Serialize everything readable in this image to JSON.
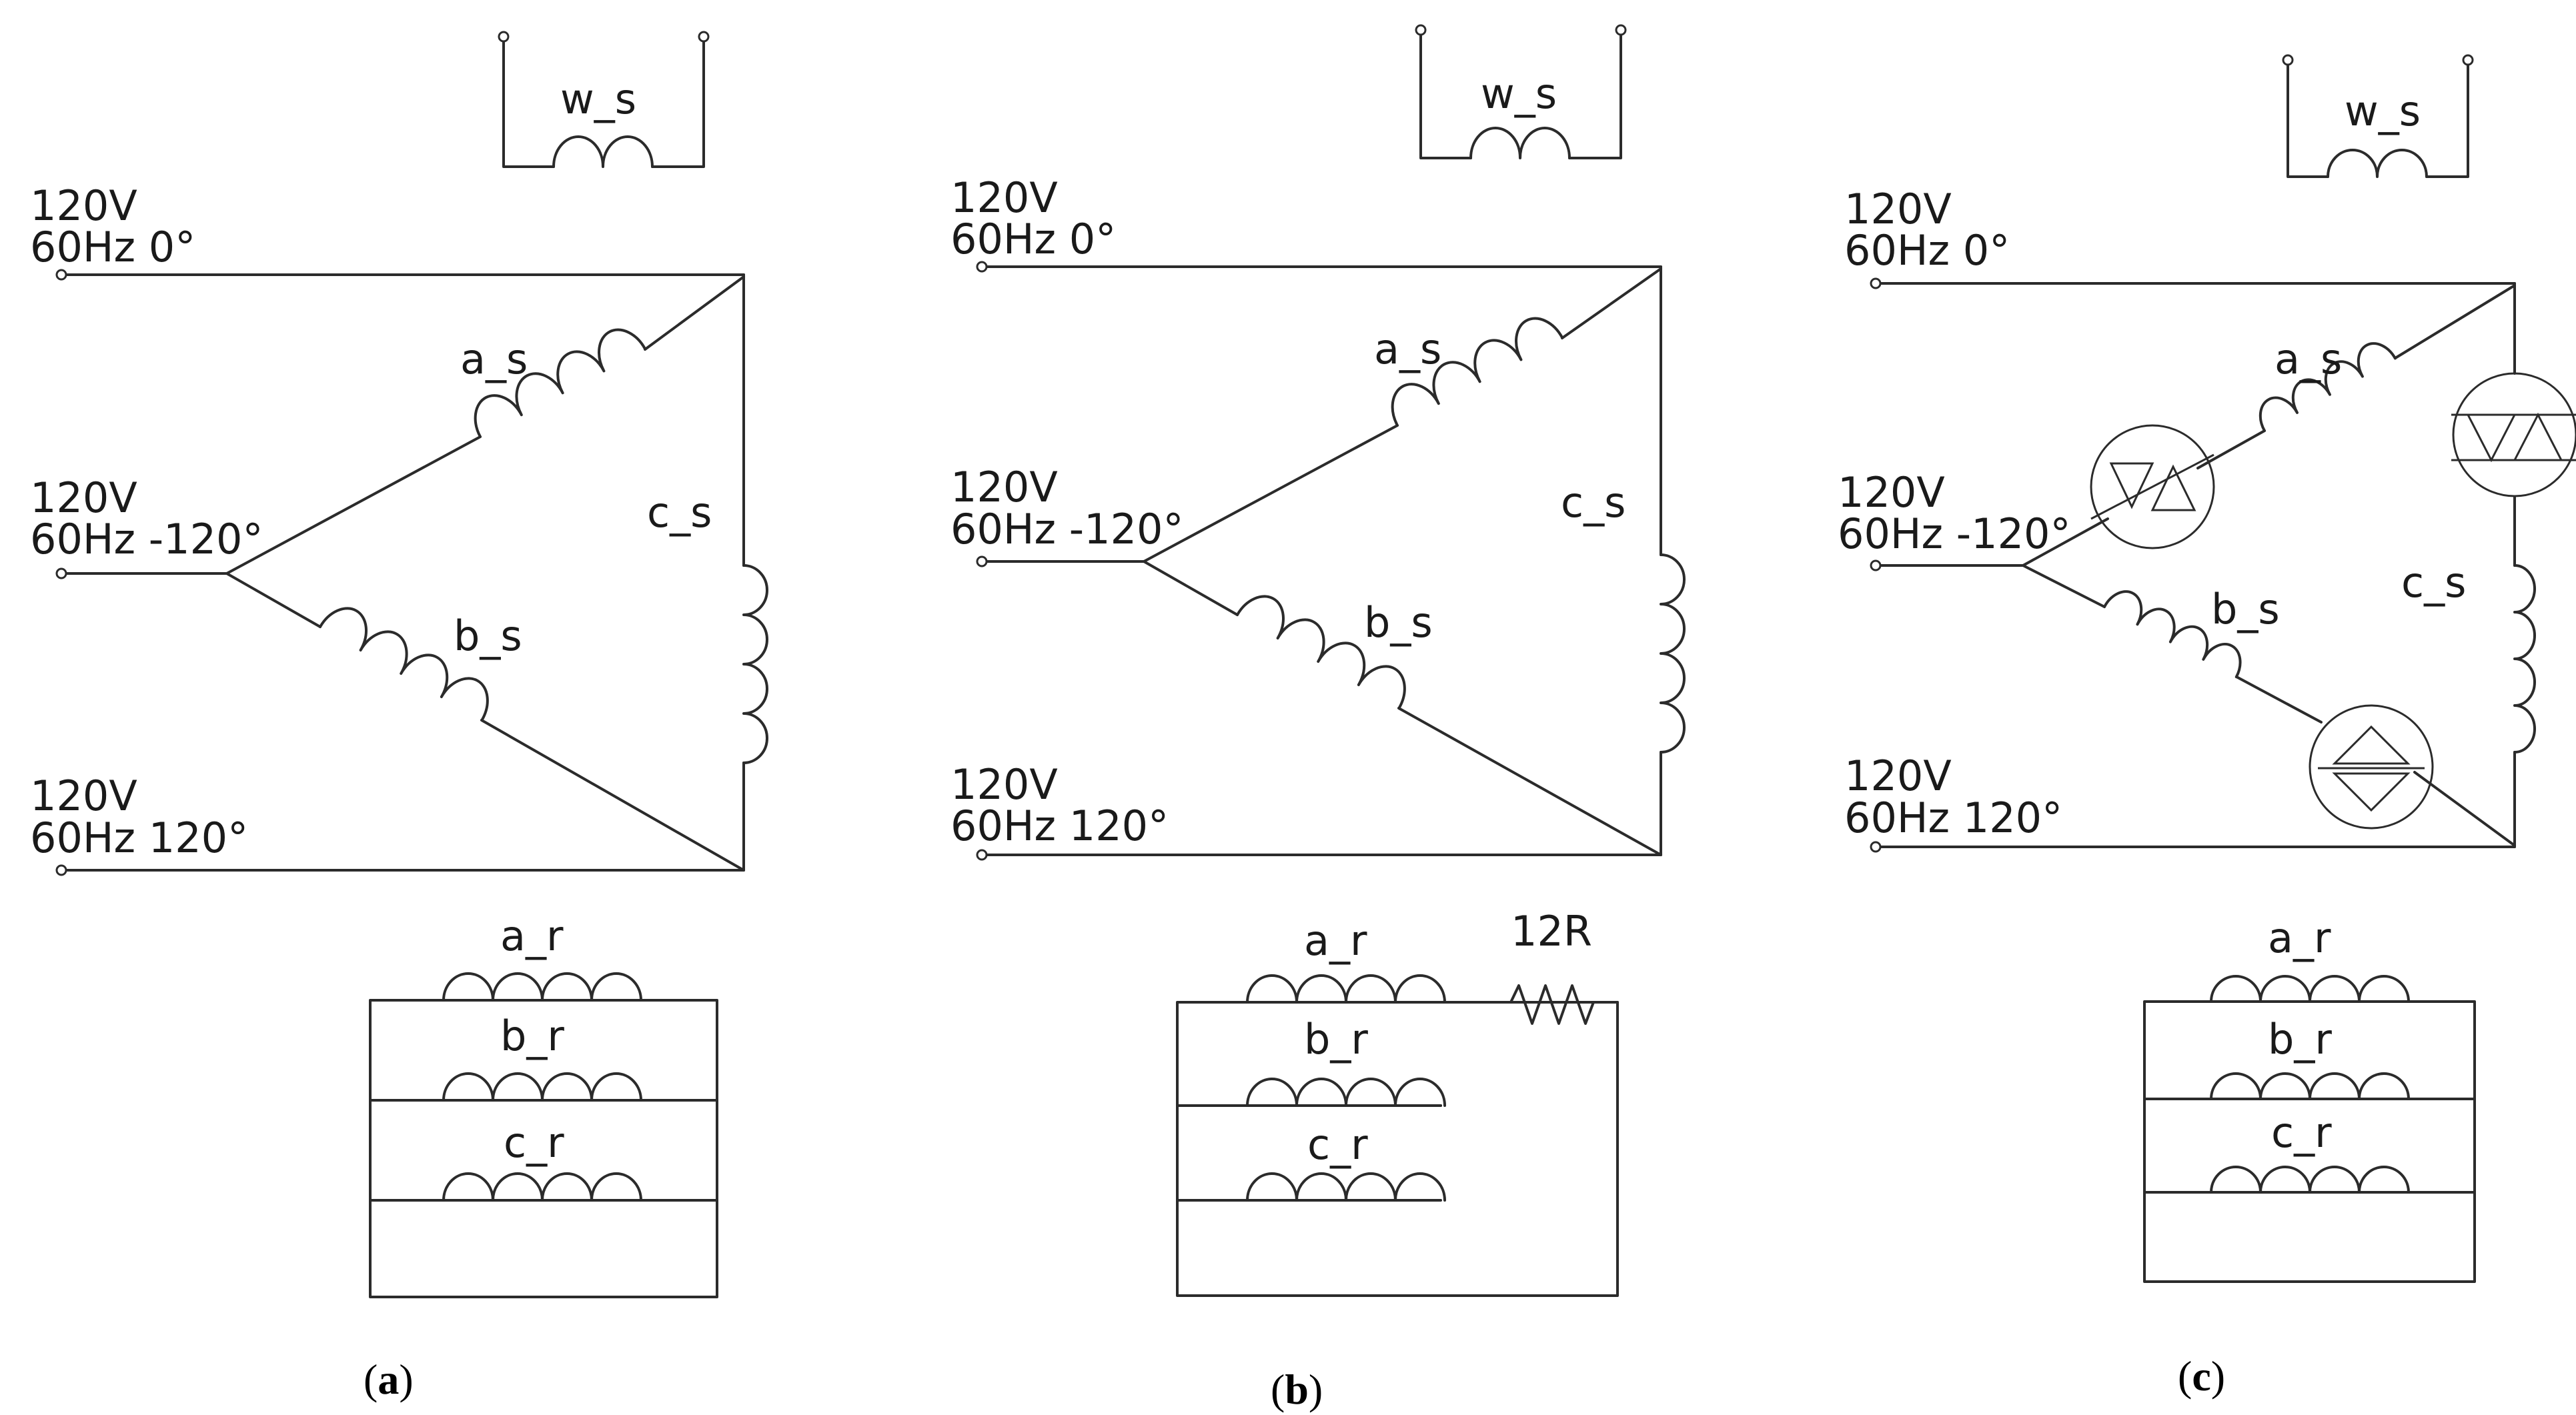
{
  "panels": [
    {
      "id": "a",
      "caption": "a",
      "source_labels": [
        "120V",
        "60Hz 0°",
        "120V",
        "60Hz -120°",
        "120V",
        "60Hz 120°"
      ],
      "coils": {
        "ws": "w_s",
        "as": "a_s",
        "bs": "b_s",
        "cs": "c_s",
        "ar": "a_r",
        "br": "b_r",
        "cr": "c_r"
      }
    },
    {
      "id": "b",
      "caption": "b",
      "source_labels": [
        "120V",
        "60Hz 0°",
        "120V",
        "60Hz -120°",
        "120V",
        "60Hz 120°"
      ],
      "coils": {
        "ws": "w_s",
        "as": "a_s",
        "bs": "b_s",
        "cs": "c_s",
        "ar": "a_r",
        "br": "b_r",
        "cr": "c_r"
      },
      "resistor": "12R"
    },
    {
      "id": "c",
      "caption": "c",
      "source_labels": [
        "120V",
        "60Hz 0°",
        "120V",
        "60Hz -120°",
        "120V",
        "60Hz 120°"
      ],
      "coils": {
        "ws": "w_s",
        "as": "a_s",
        "bs": "b_s",
        "cs": "c_s",
        "ar": "a_r",
        "br": "b_r",
        "cr": "c_r"
      },
      "triacs": 3
    }
  ]
}
